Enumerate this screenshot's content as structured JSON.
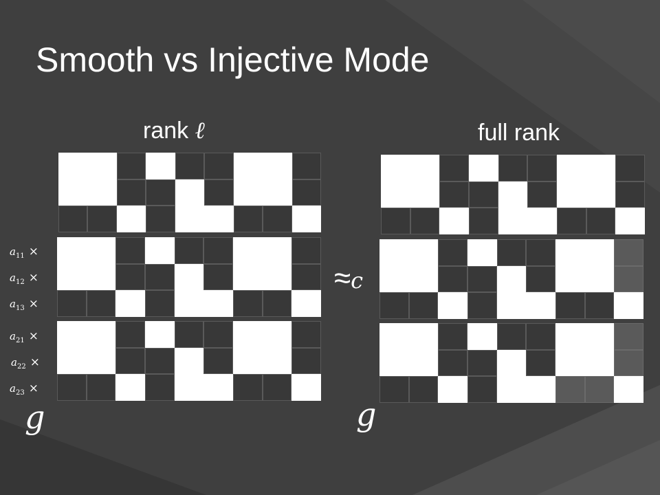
{
  "slide": {
    "title": "Smooth vs Injective Mode",
    "left_header_prefix": "rank ",
    "left_header_symbol": "ℓ",
    "right_header": "full rank",
    "g_symbol": "g",
    "approx_symbol": "≈",
    "approx_subscript": "c",
    "times_symbol": "×",
    "coef_symbol": "a",
    "coefficient_indices": [
      "11",
      "12",
      "13",
      "21",
      "22",
      "23"
    ]
  },
  "colors": {
    "background": "#3f3f3f",
    "light": "#ffffff",
    "dark": "#383838",
    "mid": "#5a5a5a"
  },
  "matrices": {
    "left": [
      [
        "wwdwddwwd",
        "wwddwdwwd",
        "ddwdwwddw"
      ],
      [
        "wwdwddwwd",
        "wwddwdwwd",
        "ddwdwwddw"
      ],
      [
        "wwdwddwwd",
        "wwddwdwwd",
        "ddwdwwddw"
      ]
    ],
    "right": [
      [
        "wwdwddwwd",
        "wwddwdwwd",
        "ddwdwwddw"
      ],
      [
        "wwdwddwwm",
        "wwddwdwwm",
        "ddwdwwddw"
      ],
      [
        "wwdwddwwm",
        "wwddwdwwm",
        "ddwdwwmmw"
      ]
    ]
  }
}
